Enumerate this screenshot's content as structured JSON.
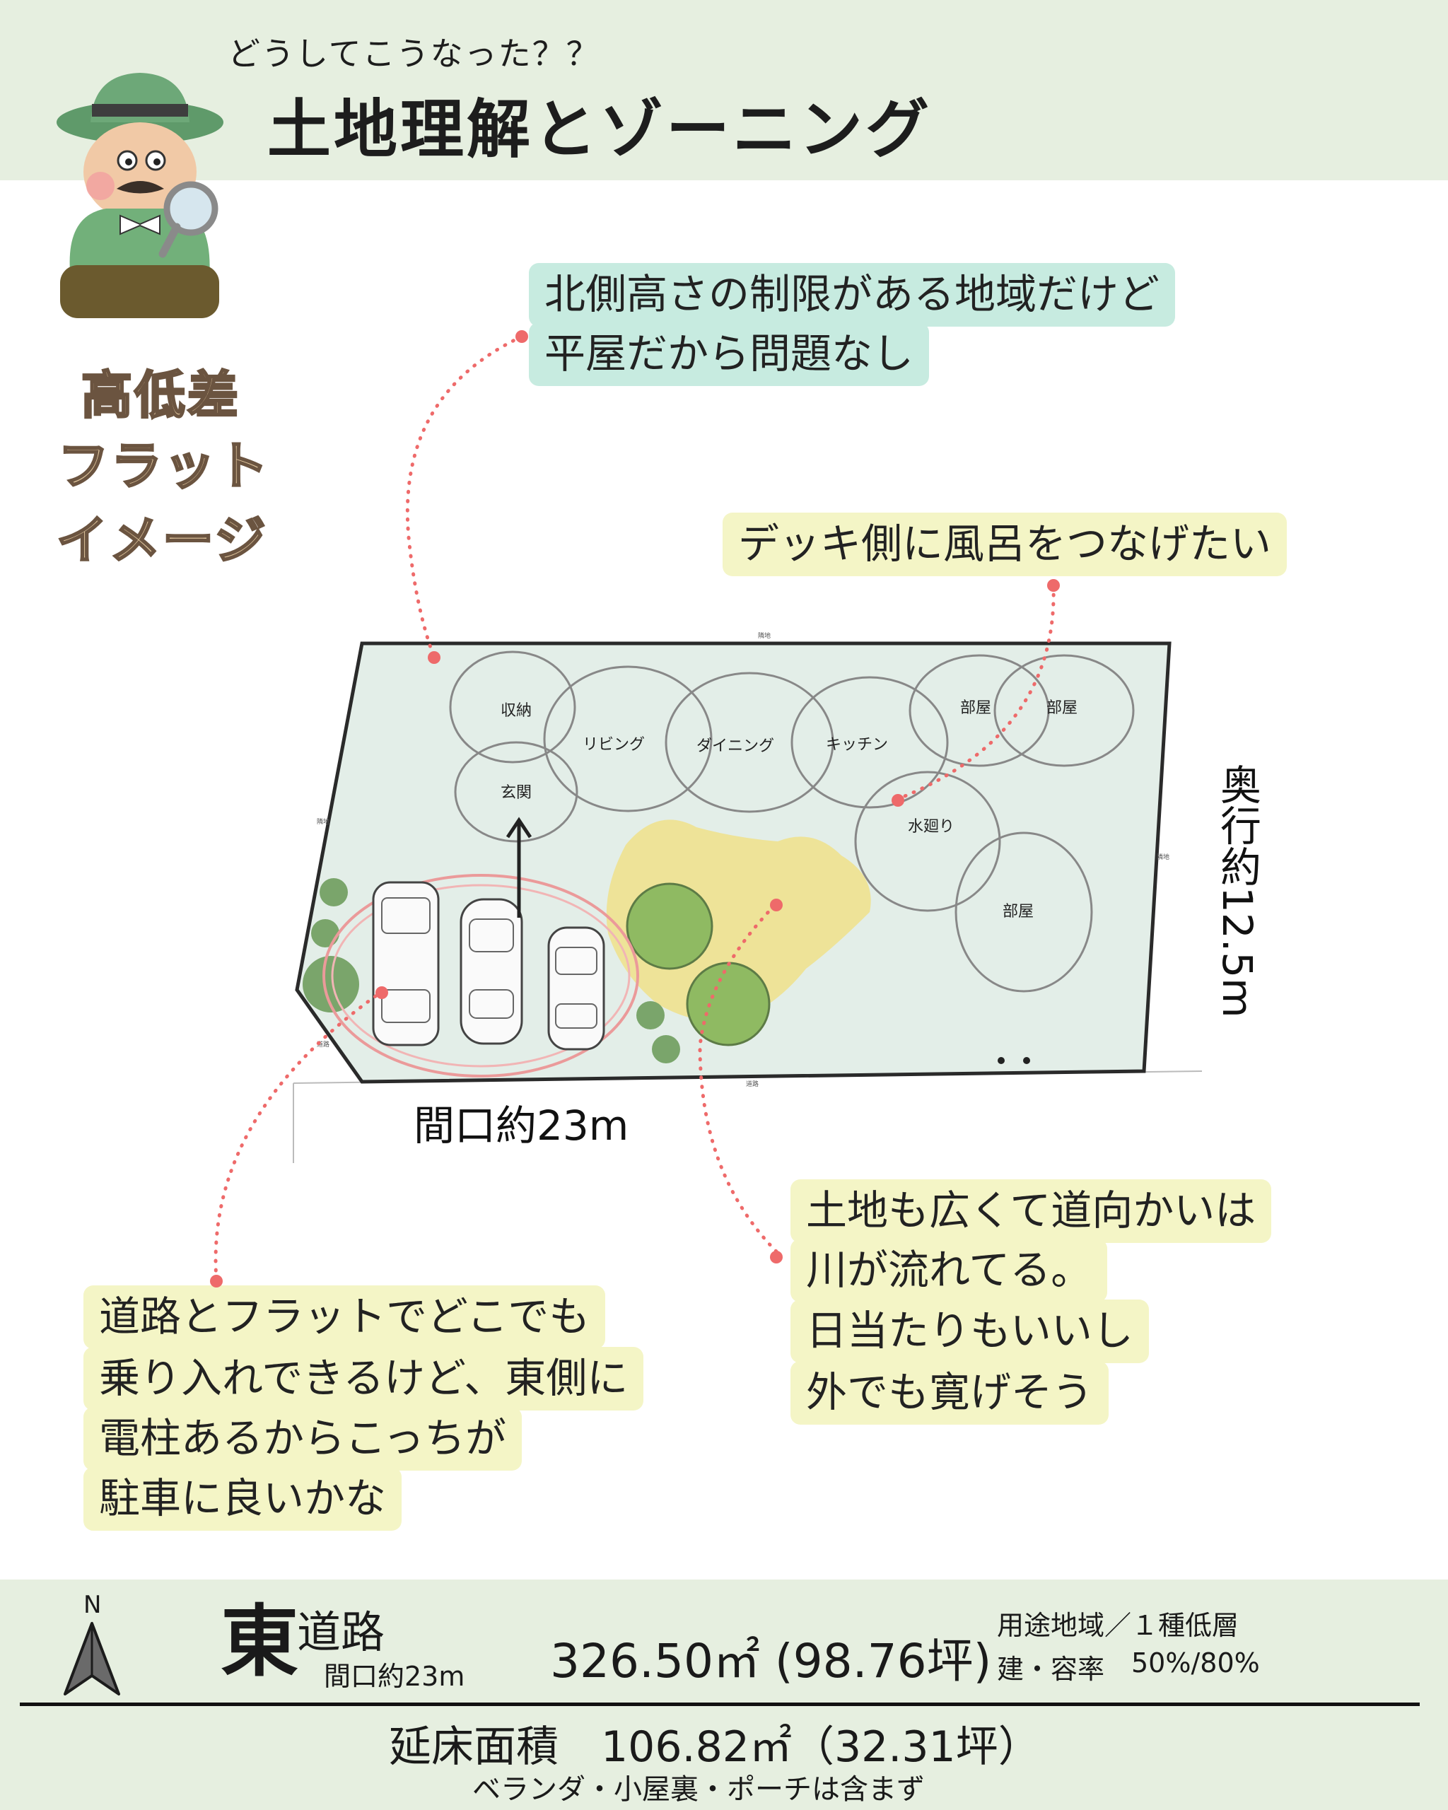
{
  "header": {
    "kicker": "どうしてこうなった？？",
    "title": "土地理解とゾーニング"
  },
  "side_labels": [
    "高低差",
    "フラット",
    "イメージ"
  ],
  "bubbles": {
    "height_limit": [
      "北側高さの制限がある地域だけど",
      "平屋だから問題なし"
    ],
    "bath_deck": [
      "デッキ側に風呂をつなげたい"
    ],
    "river": [
      "土地も広くて道向かいは",
      "川が流れてる。",
      "日当たりもいいし",
      "外でも寛げそう"
    ],
    "parking": [
      "道路とフラットでどこでも",
      "乗り入れできるけど、東側に",
      "電柱あるからこっちが",
      "駐車に良いかな"
    ]
  },
  "plan": {
    "rooms": {
      "storage": "収納",
      "living": "リビング",
      "dining": "ダイニング",
      "kitchen": "キッチン",
      "room1": "部屋",
      "room2": "部屋",
      "entrance": "玄関",
      "water": "水廻り",
      "room3": "部屋"
    },
    "edge_top": "隣地",
    "edge_left": "隣地",
    "edge_right": "隣地",
    "edge_corner": "道路",
    "edge_bottom": "道路",
    "frontage": "間口約23m",
    "depth": "奥行約12.5m"
  },
  "info": {
    "north_label": "N",
    "direction": "東",
    "road": "道路",
    "frontage": "間口約23m",
    "area": "326.50㎡ (98.76坪)",
    "zoning": "用途地域／１種低層",
    "coverage_label": "建・容率",
    "coverage_value": "50%/80%",
    "floor_area": "延床面積　106.82㎡（32.31坪）",
    "floor_note": "ベランダ・小屋裏・ポーチは含まず"
  },
  "colors": {
    "band": "#e6efe0",
    "site": "#e3eee8",
    "mint_bubble": "#c7ebe0",
    "cream_bubble": "#f4f5c6",
    "leader_dot": "#ee6a6a",
    "garden": "#f0e08a"
  }
}
